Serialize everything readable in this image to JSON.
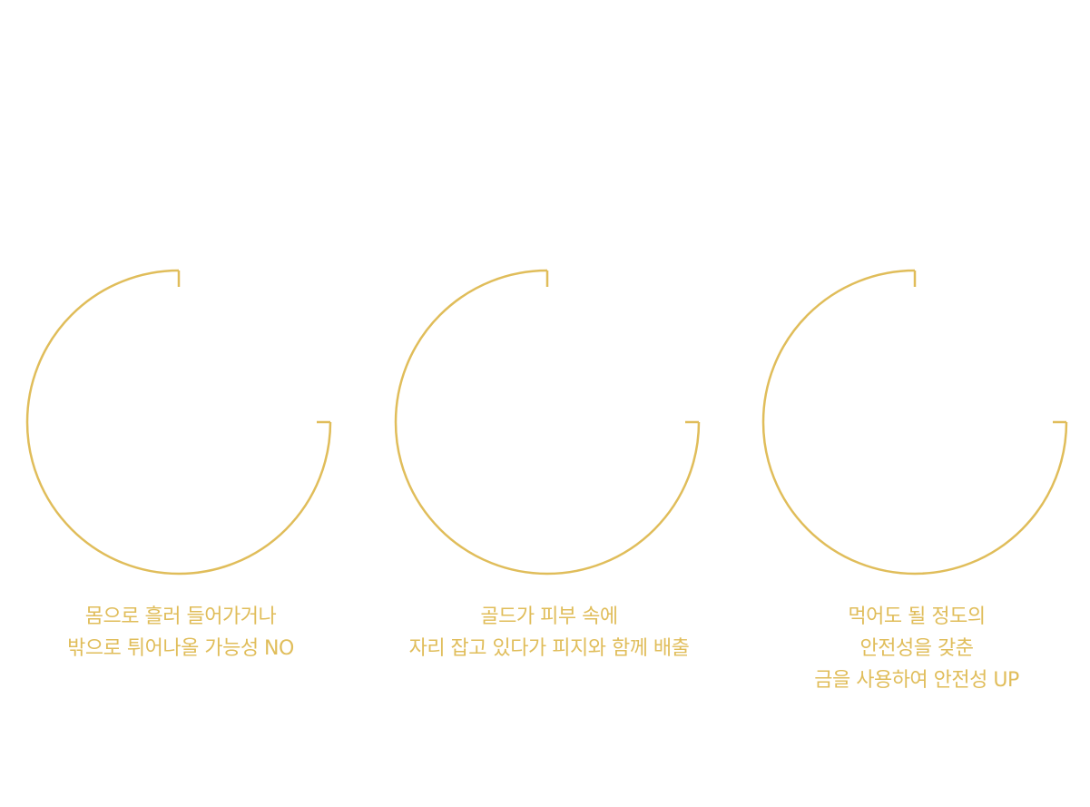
{
  "accent_color": "#e0bd5a",
  "features": [
    {
      "lines": [
        "몸으로 흘러 들어가거나",
        "밖으로 튀어나올 가능성 NO"
      ]
    },
    {
      "lines": [
        "골드가 피부 속에",
        "자리 잡고 있다가 피지와 함께 배출"
      ]
    },
    {
      "lines": [
        "먹어도 될 정도의",
        "안전성을 갖춘",
        "금을 사용하여 안전성 UP"
      ]
    }
  ]
}
